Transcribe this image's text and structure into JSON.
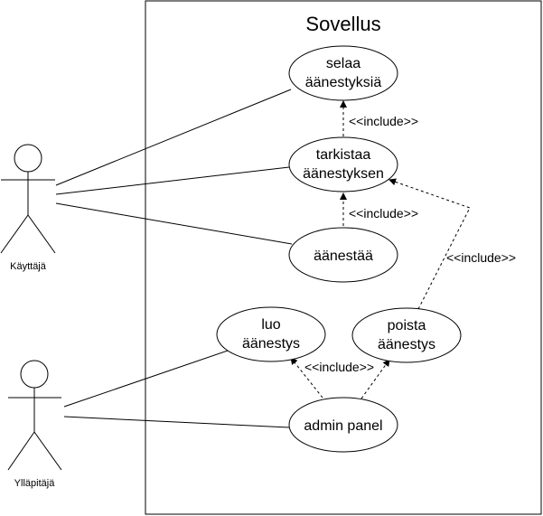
{
  "system": {
    "title": "Sovellus"
  },
  "actors": [
    {
      "id": "kayttaja",
      "label": "Käyttäjä"
    },
    {
      "id": "yllapitaja",
      "label": "Ylläpitäjä"
    }
  ],
  "use_cases": [
    {
      "id": "selaa",
      "lines": [
        "selaa",
        "äänestyksiä"
      ]
    },
    {
      "id": "tarkistaa",
      "lines": [
        "tarkistaa",
        "äänestyksen"
      ]
    },
    {
      "id": "aanestaa",
      "lines": [
        "äänestää"
      ]
    },
    {
      "id": "luo",
      "lines": [
        "luo",
        "äänestys"
      ]
    },
    {
      "id": "poista",
      "lines": [
        "poista",
        "äänestys"
      ]
    },
    {
      "id": "admin",
      "lines": [
        "admin panel"
      ]
    }
  ],
  "include_label": "<<include>>"
}
